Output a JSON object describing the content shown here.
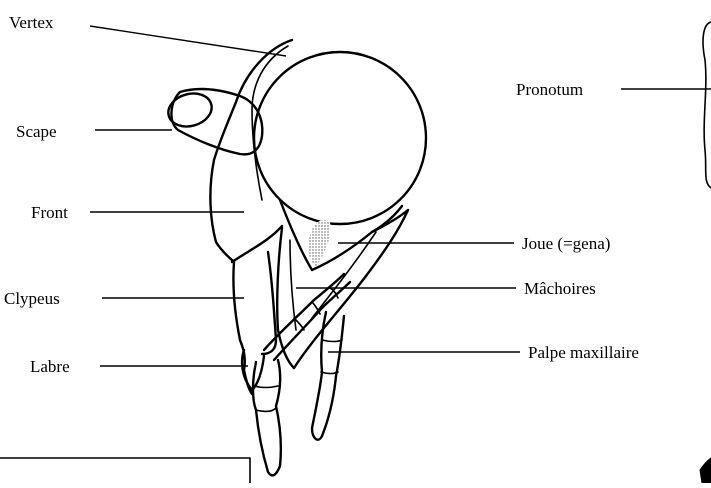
{
  "labels": {
    "vertex": "Vertex",
    "scape": "Scape",
    "front": "Front",
    "clypeus": "Clypeus",
    "labre": "Labre",
    "pronotum": "Pronotum",
    "joue": "Joue (=gena)",
    "machoires": "Mâchoires",
    "palpe": "Palpe maxillaire"
  }
}
